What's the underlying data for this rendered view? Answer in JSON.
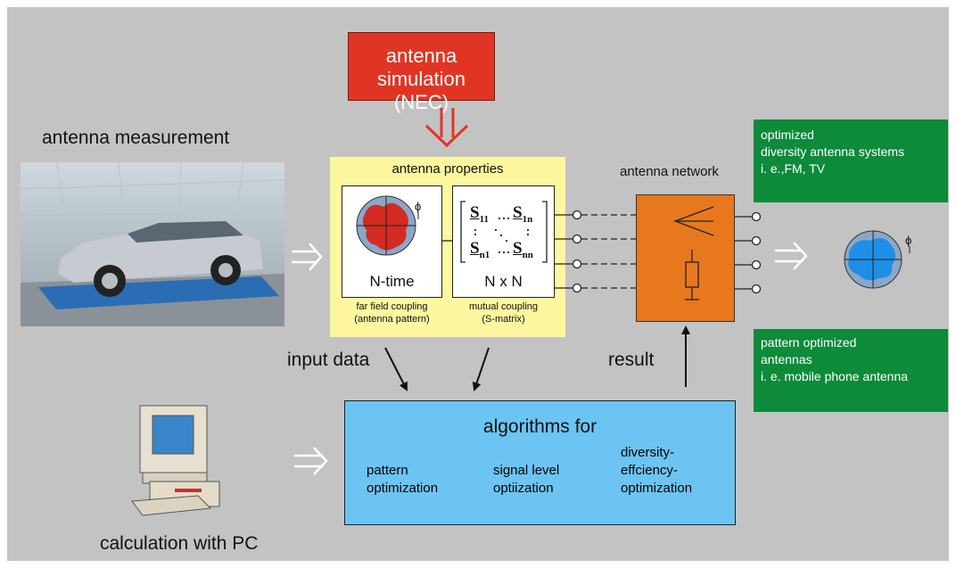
{
  "simulation": {
    "line1": "antenna simulation",
    "line2": "(NEC)"
  },
  "measurement": {
    "label": "antenna measurement"
  },
  "properties": {
    "title": "antenna properties",
    "far_field": {
      "count": "N-time",
      "caption1": "far field coupling",
      "caption2": "(antenna pattern)"
    },
    "mutual": {
      "count": "N x N",
      "caption1": "mutual coupling",
      "caption2": "(S-matrix)",
      "s11": "S",
      "s11_sub": "11",
      "s1n": "S",
      "s1n_sub": "1n",
      "sn1": "S",
      "sn1_sub": "n1",
      "snn": "S",
      "snn_sub": "nn"
    },
    "phi": "ϕ"
  },
  "network": {
    "label": "antenna network"
  },
  "optimized_systems": {
    "line1": "optimized",
    "line2": "diversity antenna systems",
    "line3": "i. e.,FM, TV"
  },
  "pattern_optimized": {
    "line1": "pattern optimized",
    "line2": "antennas",
    "line3": "i. e. mobile phone antenna"
  },
  "flow": {
    "input": "input data",
    "result": "result"
  },
  "algorithms": {
    "title": "algorithms for",
    "col1": [
      "pattern",
      "optimization"
    ],
    "col2": [
      "signal level",
      "optiization"
    ],
    "col3": [
      "diversity-",
      "effciency-",
      "optimization"
    ]
  },
  "calculation": {
    "label": "calculation with PC"
  },
  "colors": {
    "background": "#c3c3c3",
    "red": "#e03524",
    "yellow": "#fdf7a0",
    "orange": "#e8781e",
    "green": "#0d8a3a",
    "blue": "#6cc4f2"
  }
}
